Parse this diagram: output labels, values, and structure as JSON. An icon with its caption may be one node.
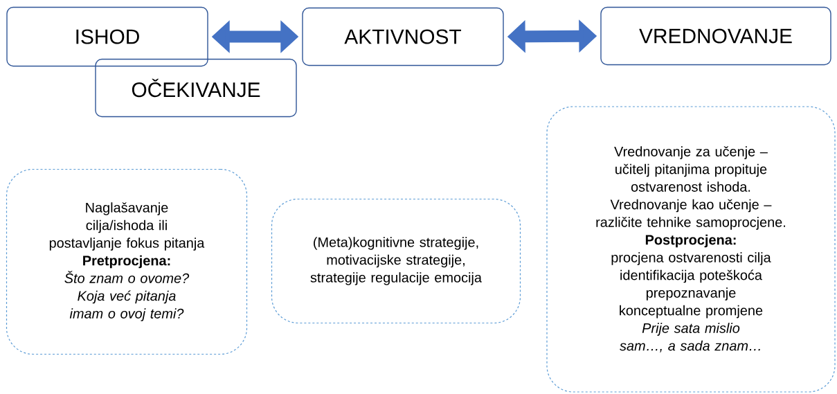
{
  "diagram": {
    "nodes": [
      {
        "text": [
          "ISHOD"
        ]
      },
      {
        "text": [
          "OČEKIVANJE"
        ]
      },
      {
        "text": [
          "AKTIVNOST"
        ]
      },
      {
        "text": [
          "VREDNOVANJE"
        ]
      },
      {
        "text": [
          "Naglašavanje cilja/ishoda ili postavljanje fokus pitanja",
          "Pretprocjena:",
          "Što znam o ovome? Koja već pitanja imam o ovoj temi?"
        ]
      },
      {
        "text": [
          "(Meta)kognitivne strategije, motivacijske strategije, strategije regulacije emocija"
        ]
      },
      {
        "text": [
          "Vrednovanje za učenje – učitelj pitanjima propituje ostvarenost ishoda.",
          "Vrednovanje kao učenje – različite tehnike samoprocjene.",
          "Postprocjena:",
          "procjena ostvarenosti cilja",
          "identifikacija poteškoća",
          "prepoznavanje konceptualne promjene",
          "Prije sata mislio sam…, a sada znam…"
        ]
      }
    ],
    "edges": [
      {
        "from": 0,
        "to": 2,
        "arrow": "both"
      },
      {
        "from": 2,
        "to": 3,
        "arrow": "both"
      }
    ]
  }
}
